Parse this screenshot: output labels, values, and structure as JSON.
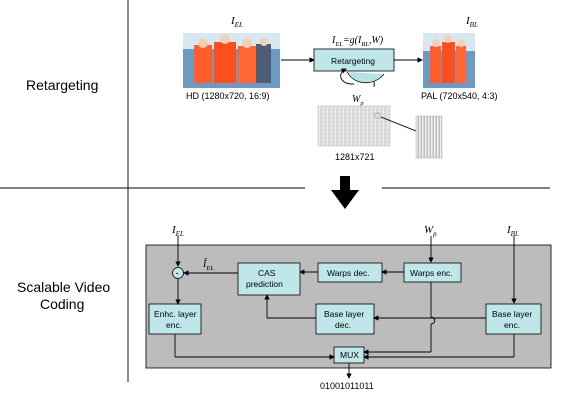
{
  "rows": {
    "retargeting": "Retargeting",
    "svc_line1": "Scalable Video",
    "svc_line2": "Coding"
  },
  "retargeting_section": {
    "hd_label": "HD (1280x720, 16:9)",
    "pal_label": "PAL (720x540, 4:3)",
    "warp_size": "1281x721",
    "box_label": "Retargeting",
    "equation_prefix": "I",
    "equation_sub": "EL",
    "equation_middle": "=g(I",
    "equation_sub2": "BL",
    "equation_suffix": ",W)",
    "input_symbol": "I",
    "input_sub": "EL",
    "output_symbol": "I",
    "output_sub": "BL",
    "warp_symbol": "W",
    "warp_sub": "p"
  },
  "coding_section": {
    "top_input_left": "I",
    "top_input_left_sub": "EL",
    "top_input_mid": "W",
    "top_input_mid_sub": "p",
    "top_input_right": "I",
    "top_input_right_sub": "BL",
    "minus": "-",
    "prediction_symbol": "Î",
    "prediction_sub": "EL",
    "cas_line1": "CAS",
    "cas_line2": "prediction",
    "warps_dec": "Warps dec.",
    "warps_enc": "Warps enc.",
    "enh_line1": "Enhc. layer",
    "enh_line2": "enc.",
    "base_dec_line1": "Base layer",
    "base_dec_line2": "dec.",
    "base_enc_line1": "Base layer",
    "base_enc_line2": "enc.",
    "mux": "MUX",
    "bitstream": "01001011011"
  },
  "colors": {
    "block_fill": "#bfe7ea",
    "panel_fill": "#bcbcbc",
    "border": "#000000",
    "image_orange": "#ff5d2a",
    "image_blue": "#7ea9cf"
  }
}
